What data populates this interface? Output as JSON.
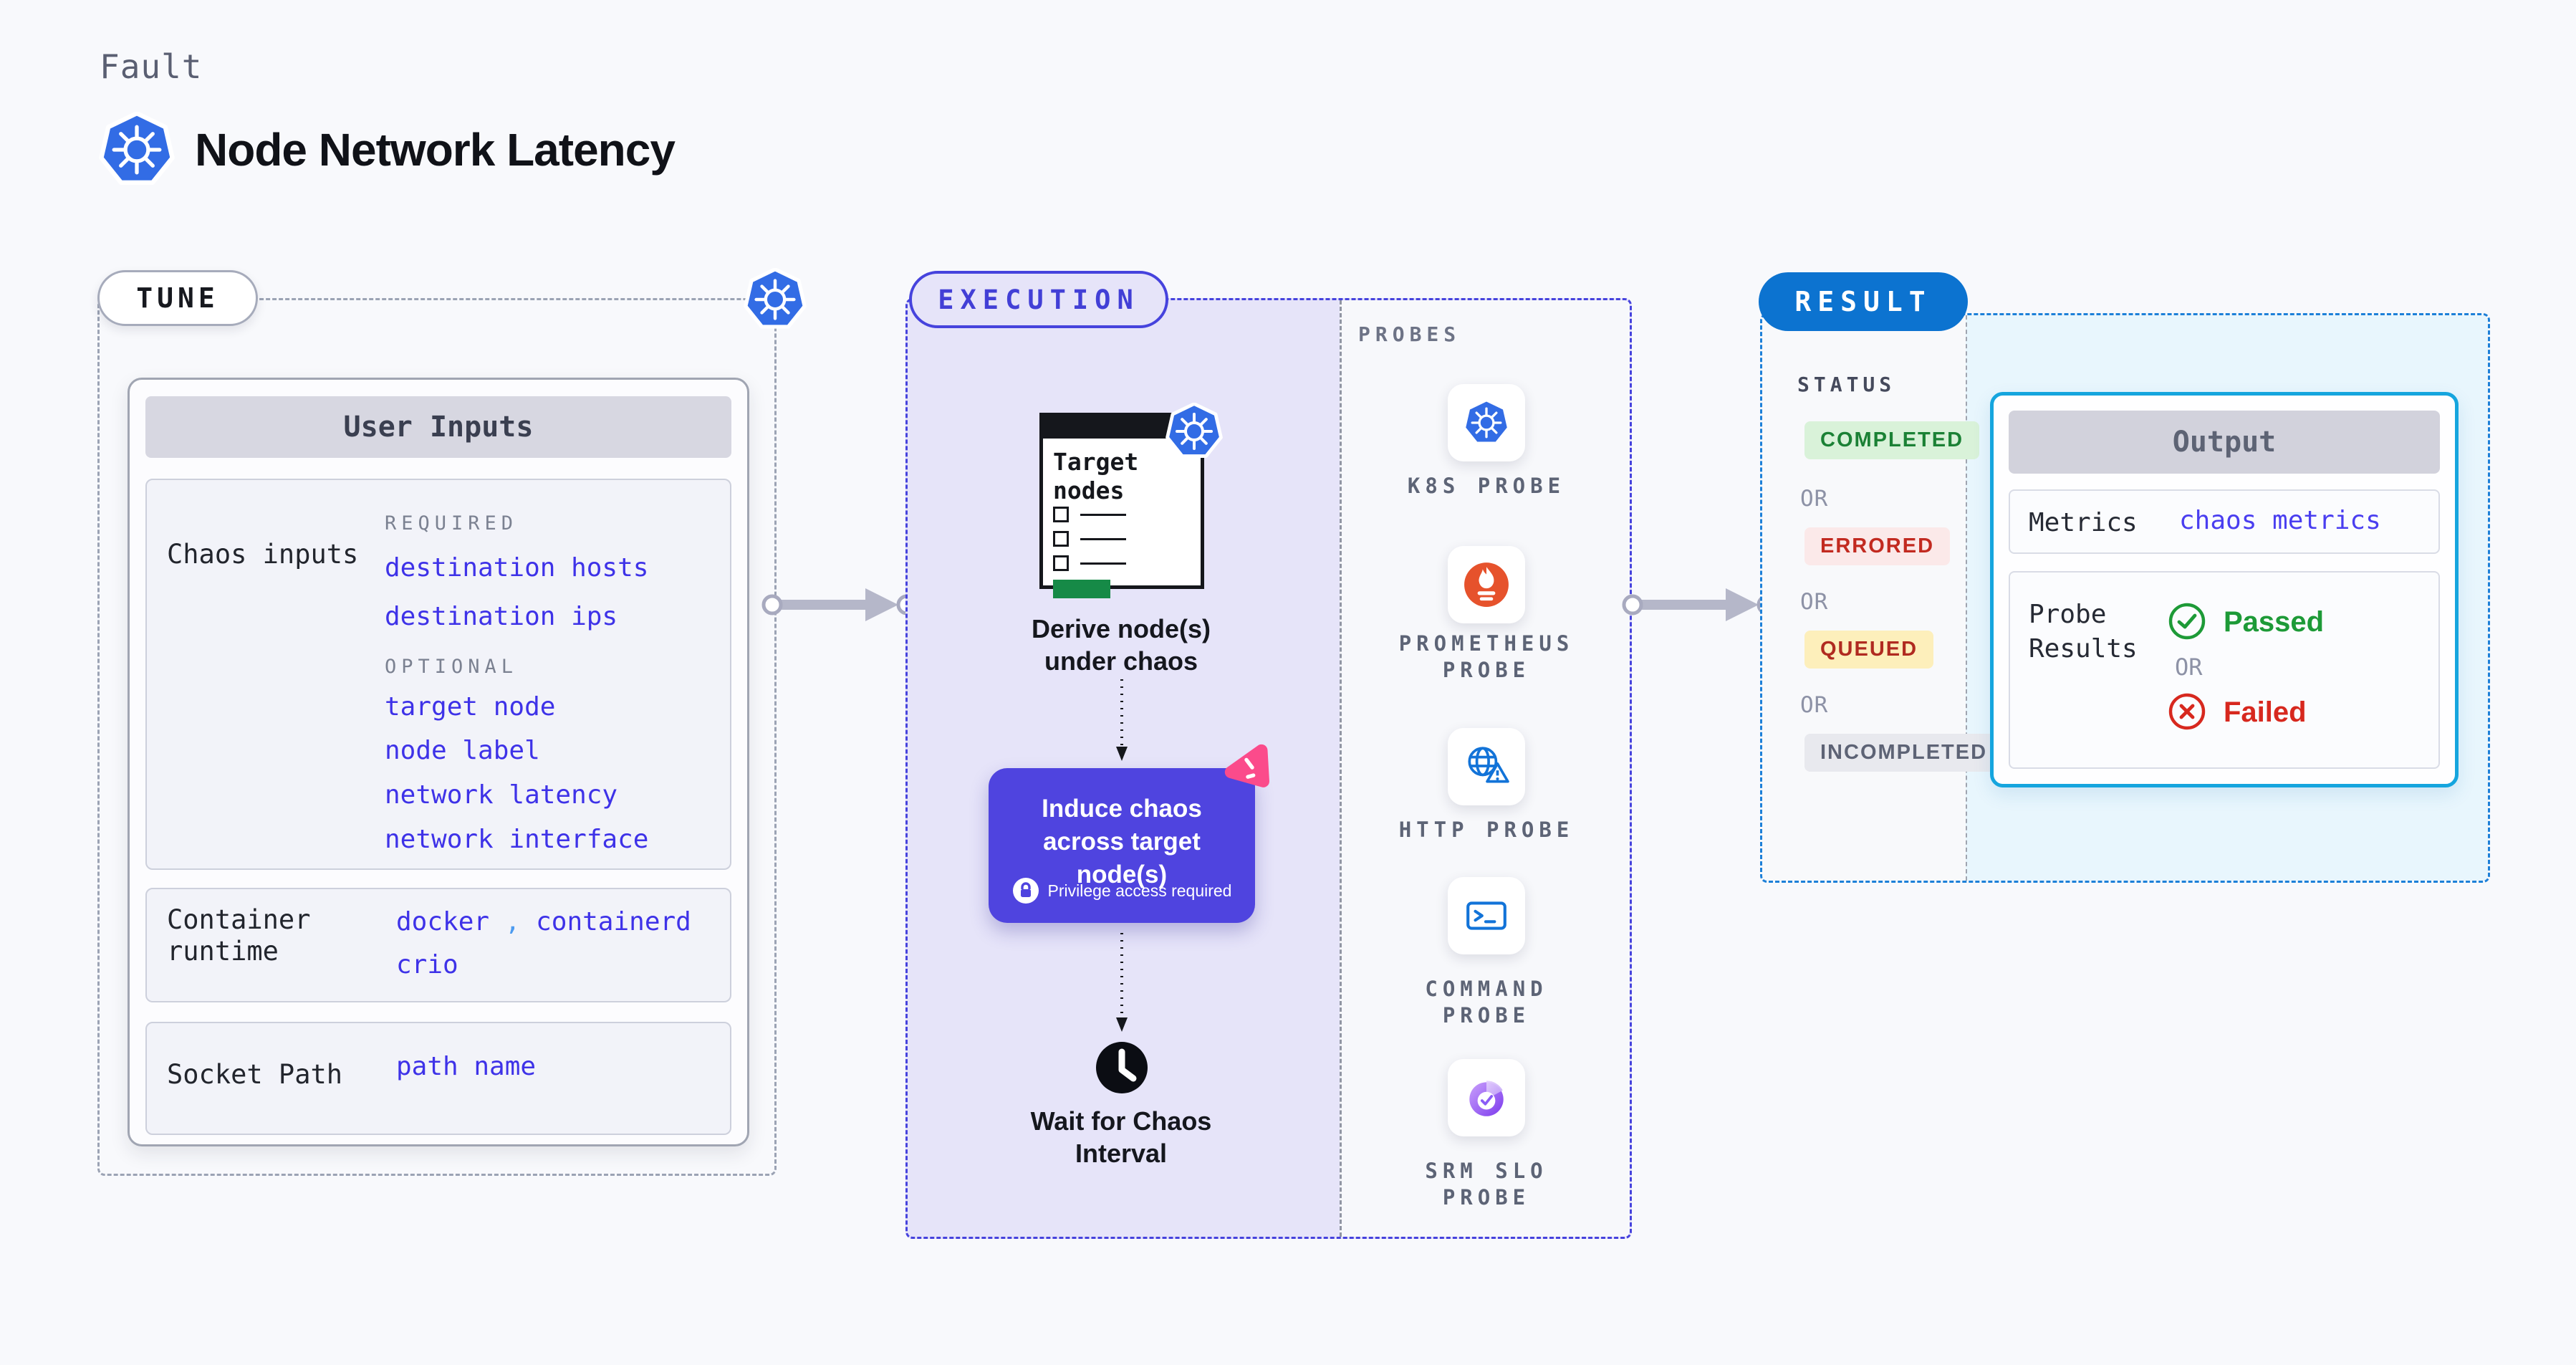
{
  "colors": {
    "page_bg": "#f8f9fc",
    "k8s_blue": "#326ce5",
    "tune_border": "#9ba3b4",
    "execution_accent": "#4643dd",
    "execution_bg": "#e6e4f9",
    "result_pill": "#0c73d0",
    "result_dash": "#1d80d8",
    "result_bg": "#e8f6fd",
    "link_blue": "#3e32e8",
    "induce_bg": "#4f44df",
    "litmus_pink": "#fb4b8b",
    "prometheus_orange": "#e6522c",
    "probe_icon_blue": "#1273d8",
    "passed_green": "#1d9a37",
    "failed_red": "#d7281e",
    "completed_badge": {
      "fg": "#1b8135",
      "bg": "#d9f2d9"
    },
    "errored_badge": {
      "fg": "#c22a20",
      "bg": "#fbe9e9"
    },
    "queued_badge": {
      "fg": "#b02a20",
      "bg": "#fdefbb"
    },
    "incompleted_badge": {
      "fg": "#5d6375",
      "bg": "#e8e9ee"
    }
  },
  "header": {
    "eyebrow": "Fault",
    "title": "Node Network Latency"
  },
  "tune": {
    "badge": "TUNE",
    "card_title": "User Inputs",
    "chaos_inputs": {
      "label": "Chaos inputs",
      "required_label": "REQUIRED",
      "required": [
        "destination hosts",
        "destination ips"
      ],
      "optional_label": "OPTIONAL",
      "optional": [
        "target node",
        "node label",
        "network latency",
        "network interface"
      ]
    },
    "container_runtime": {
      "label": "Container runtime",
      "value_1": "docker",
      "separator": ",",
      "value_2": "containerd",
      "value_3": "crio"
    },
    "socket_path": {
      "label": "Socket Path",
      "value": "path name"
    }
  },
  "execution": {
    "badge": "EXECUTION",
    "target_window_title": "Target nodes",
    "derive_label": "Derive node(s) under chaos",
    "induce_label": "Induce chaos across target node(s)",
    "privilege_label": "Privilege access required",
    "wait_label": "Wait for Chaos Interval",
    "probes": {
      "title": "PROBES",
      "items": [
        {
          "icon": "k8s-icon",
          "label": "K8S PROBE"
        },
        {
          "icon": "prometheus-icon",
          "label": "PROMETHEUS PROBE"
        },
        {
          "icon": "http-icon",
          "label": "HTTP PROBE"
        },
        {
          "icon": "command-icon",
          "label": "COMMAND PROBE"
        },
        {
          "icon": "srm-slo-icon",
          "label": "SRM SLO PROBE"
        }
      ]
    }
  },
  "result": {
    "badge": "RESULT",
    "status": {
      "title": "STATUS",
      "or_label": "OR",
      "badges": [
        {
          "label": "COMPLETED"
        },
        {
          "label": "ERRORED"
        },
        {
          "label": "QUEUED"
        },
        {
          "label": "INCOMPLETED"
        }
      ]
    },
    "output": {
      "title": "Output",
      "metrics_label": "Metrics",
      "metrics_value": "chaos metrics",
      "probe_results_label": "Probe Results",
      "passed_label": "Passed",
      "or_label": "OR",
      "failed_label": "Failed"
    }
  }
}
